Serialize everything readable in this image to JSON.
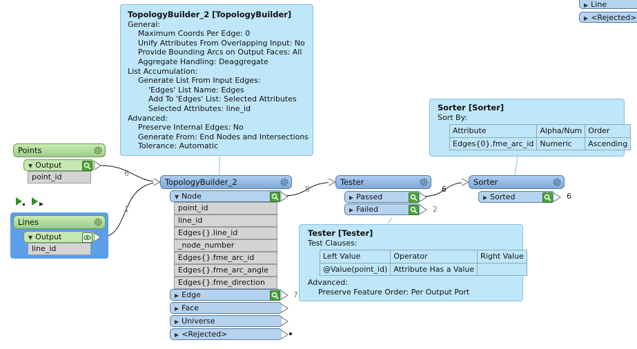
{
  "colors": {
    "canvas": "#ffffff",
    "tooltip": "#bfe6f9",
    "transformer": "#8fb6e0",
    "reader": "#a9d795",
    "selection": "#5c9ee8"
  },
  "topology_tip": {
    "title": "TopologyBuilder_2 [TopologyBuilder]",
    "lines": [
      "General:",
      "Maximum Coords Per Edge: 0",
      "Unify Attributes From Overlapping Input: No",
      "Provide Bounding Arcs on Output Faces: All",
      "Aggregate Handling: Deaggregate",
      "List Accumulation:",
      "Generate List From Input Edges:",
      "'Edges' List Name: Edges",
      "Add To 'Edges' List: Selected Attributes",
      "Selected Attributes: line_id",
      "Advanced:",
      "Preserve Internal Edges: No",
      "Generate From: End Nodes and Intersections",
      "Tolerance: Automatic"
    ]
  },
  "sorter_tip": {
    "title": "Sorter [Sorter]",
    "subtitle": "Sort By:",
    "table": [
      [
        "Attribute",
        "Alpha/Num",
        "Order"
      ],
      [
        "Edges{0}.fme_arc_id",
        "Numeric",
        "Ascending"
      ]
    ]
  },
  "tester_tip": {
    "title": "Tester [Tester]",
    "subtitle": "Test Clauses:",
    "table": [
      [
        "Left Value",
        "Operator",
        "Right Value"
      ],
      [
        "@Value(point_id)",
        "Attribute Has a Value",
        ""
      ]
    ],
    "footer1": "Advanced:",
    "footer2": "Preserve Feature Order: Per Output Port"
  },
  "points": {
    "title": "Points",
    "port": "Output",
    "attr": "point_id",
    "count": "6"
  },
  "lines": {
    "title": "Lines",
    "port": "Output",
    "attr": "line_id",
    "count": "1"
  },
  "topology": {
    "title": "TopologyBuilder_2",
    "node_port": "Node",
    "node_attrs": [
      "point_id",
      "line_id",
      "Edges{}.line_id",
      "_node_number",
      "Edges{}.fme_arc_id",
      "Edges{}.fme_arc_angle",
      "Edges{}.fme_direction"
    ],
    "ports": [
      "Edge",
      "Face",
      "Universe",
      "<Rejected>"
    ],
    "edge_count": "7",
    "node_count": "8"
  },
  "tester": {
    "title": "Tester",
    "passed": "Passed",
    "failed": "Failed",
    "passed_count": "6",
    "failed_count": "2"
  },
  "sorter": {
    "title": "Sorter",
    "sorted": "Sorted",
    "sorted_count": "6"
  },
  "corner": {
    "line": "Line",
    "rejected": "<Rejected>"
  }
}
